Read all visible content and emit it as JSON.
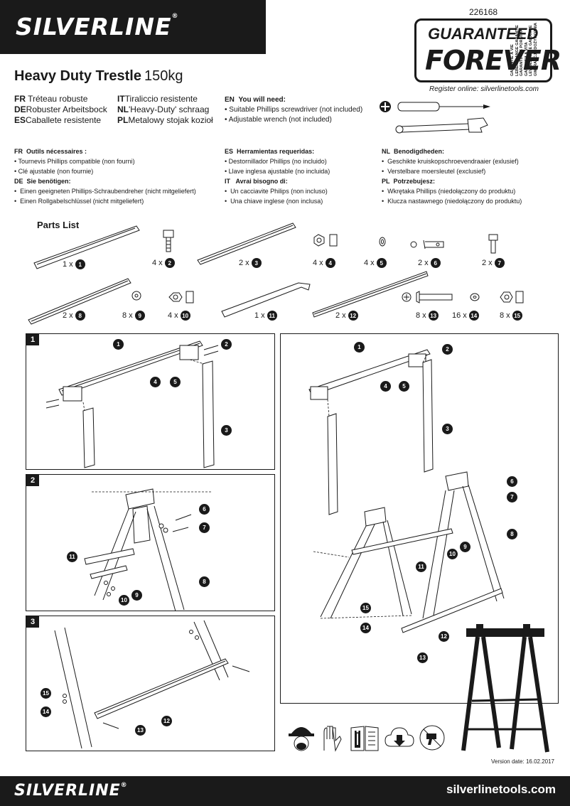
{
  "brand": {
    "name": "SILVERLINE",
    "registered": "®"
  },
  "product_code": "226168",
  "guarantee": {
    "line1": "GUARANTEED",
    "line2": "FOREVER",
    "lines": [
      "GARANTIE À VIE",
      "LEBENSLANGE GARANTIE",
      "GARANTÍA DE POR VIDA",
      "GARANZIA A VITA",
      "LEVENSLANGE GARANTIE",
      "GWARANCJA DOŻYWOTNIA"
    ]
  },
  "register": "Register online: silverlinetools.com",
  "title": {
    "name": "Heavy Duty Trestle",
    "capacity": "150kg"
  },
  "translations": [
    {
      "code": "FR",
      "text": "Tréteau robuste"
    },
    {
      "code": "DE",
      "text": "Robuster Arbeitsbock"
    },
    {
      "code": "ES",
      "text": "Caballete resistente"
    },
    {
      "code": "IT",
      "text": "Tiraliccio resistente"
    },
    {
      "code": "NL",
      "text": "'Heavy-Duty' schraag"
    },
    {
      "code": "PL",
      "text": "Metalowy stojak kozioł"
    }
  ],
  "en_needed": {
    "heading_code": "EN",
    "heading": "You will need:",
    "items": [
      "Suitable Phillips screwdriver (not included)",
      "Adjustable wrench (not included)"
    ]
  },
  "tools_lists": [
    {
      "code": "FR",
      "heading": "Outils nécessaires :",
      "items": [
        "Tournevis Phillips compatible (non fourni)",
        "Clé ajustable (non fournie)"
      ]
    },
    {
      "code": "DE",
      "heading": "Sie benötigen:",
      "items": [
        "Einen geeigneten Phillips-Schraubendreher (nicht mitgeliefert)",
        "Einen Rollgabelschlüssel (nicht mitgeliefert)"
      ]
    },
    {
      "code": "ES",
      "heading": "Herramientas requeridas:",
      "items": [
        "Destornillador Phillips (no incluido)",
        "Llave inglesa ajustable (no incluida)"
      ]
    },
    {
      "code": "IT",
      "heading": "Avrai bisogno di:",
      "items": [
        "Un cacciavite Philips (non incluso)",
        "Una chiave inglese (non inclusa)"
      ]
    },
    {
      "code": "NL",
      "heading": "Benodigdheden:",
      "items": [
        "Geschikte kruiskopschroevendraaier (exlusief)",
        "Verstelbare moersleutel (exclusief)"
      ]
    },
    {
      "code": "PL",
      "heading": "Potrzebujesz:",
      "items": [
        "Wkrętaka Phillips (niedołączony do produktu)",
        "Klucza nastawnego (niedołączony do produktu)"
      ]
    }
  ],
  "parts_list": {
    "title": "Parts List",
    "parts": [
      {
        "qty": "1 x",
        "num": "1"
      },
      {
        "qty": "4 x",
        "num": "2"
      },
      {
        "qty": "2 x",
        "num": "3"
      },
      {
        "qty": "4 x",
        "num": "4"
      },
      {
        "qty": "4 x",
        "num": "5"
      },
      {
        "qty": "2 x",
        "num": "6"
      },
      {
        "qty": "2 x",
        "num": "7"
      },
      {
        "qty": "2 x",
        "num": "8"
      },
      {
        "qty": "8 x",
        "num": "9"
      },
      {
        "qty": "4 x",
        "num": "10"
      },
      {
        "qty": "1 x",
        "num": "11"
      },
      {
        "qty": "2 x",
        "num": "12"
      },
      {
        "qty": "8 x",
        "num": "13"
      },
      {
        "qty": "16 x",
        "num": "14"
      },
      {
        "qty": "8 x",
        "num": "15"
      }
    ]
  },
  "steps": [
    {
      "num": "1",
      "callouts": [
        "1",
        "2",
        "4",
        "5",
        "3"
      ]
    },
    {
      "num": "2",
      "callouts": [
        "6",
        "7",
        "11",
        "8",
        "9",
        "10"
      ]
    },
    {
      "num": "3",
      "callouts": [
        "15",
        "14",
        "12",
        "13"
      ]
    }
  ],
  "overview_callouts": [
    "1",
    "2",
    "4",
    "5",
    "3",
    "6",
    "7",
    "8",
    "9",
    "10",
    "11",
    "15",
    "14",
    "12",
    "13"
  ],
  "safety_icons": [
    "hardhat-mask-icon",
    "gloves-icon",
    "manual-icon",
    "download-icon",
    "no-drill-icon"
  ],
  "version": "Version date: 16.02.2017",
  "website": "silverlinetools.com"
}
